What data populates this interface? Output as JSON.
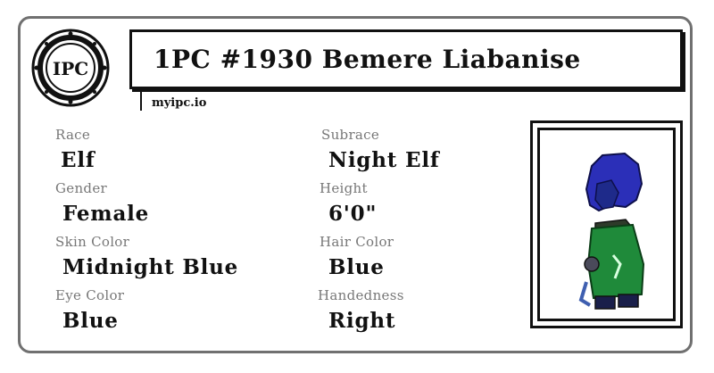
{
  "logo": {
    "text": "IPC",
    "icon": "ipc-seal-logo"
  },
  "title": "1PC #1930 Bemere Liabanise",
  "site": "myipc.io",
  "fields": {
    "race": {
      "label": "Race",
      "value": "Elf"
    },
    "subrace": {
      "label": "Subrace",
      "value": "Night Elf"
    },
    "gender": {
      "label": "Gender",
      "value": "Female"
    },
    "height": {
      "label": "Height",
      "value": "6'0\""
    },
    "skin_color": {
      "label": "Skin Color",
      "value": "Midnight Blue"
    },
    "hair_color": {
      "label": "Hair Color",
      "value": "Blue"
    },
    "eye_color": {
      "label": "Eye Color",
      "value": "Blue"
    },
    "handedness": {
      "label": "Handedness",
      "value": "Right"
    }
  },
  "colors": {
    "hair": "#2b2fb8",
    "skin": "#1e2a8a",
    "cloak": "#1f8a3a",
    "border": "#707070"
  }
}
